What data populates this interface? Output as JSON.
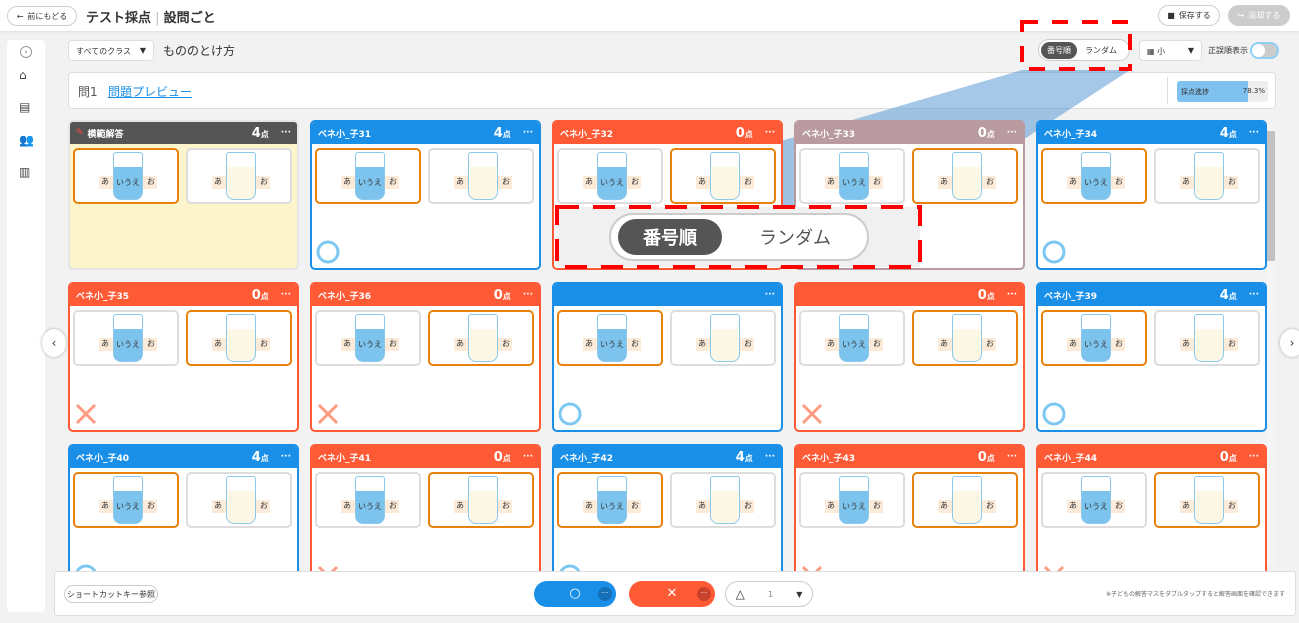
{
  "header": {
    "back": "前にもどる",
    "title": "テスト採点",
    "subtitle": "設問ごと",
    "save": "保存する",
    "return": "返却する"
  },
  "toolbar": {
    "class_filter": "すべてのクラス",
    "test_name": "もののとけ方",
    "order_number": "番号順",
    "order_random": "ランダム",
    "size": "小",
    "correct_order": "正誤順表示"
  },
  "question": {
    "label": "問1",
    "preview_link": "問題プレビュー",
    "progress_label": "採点進捗",
    "progress_value": "78.3%",
    "progress_fraction": 0.783
  },
  "answer_labels": {
    "left": "あ",
    "right": "お",
    "middle": "いうえ"
  },
  "cards": [
    {
      "name": "模範解答",
      "score": "4",
      "unit": "点",
      "status": "model",
      "chosen": 0
    },
    {
      "name": "ベネ小_子31",
      "score": "4",
      "unit": "点",
      "status": "correct",
      "chosen": 0
    },
    {
      "name": "ベネ小_子32",
      "score": "0",
      "unit": "点",
      "status": "wrong",
      "chosen": 1
    },
    {
      "name": "ベネ小_子33",
      "score": "0",
      "unit": "点",
      "status": "faded",
      "chosen": 1
    },
    {
      "name": "ベネ小_子34",
      "score": "4",
      "unit": "点",
      "status": "correct",
      "chosen": 0
    },
    {
      "name": "ベネ小_子35",
      "score": "0",
      "unit": "点",
      "status": "wrong",
      "chosen": 1
    },
    {
      "name": "ベネ小_子36",
      "score": "0",
      "unit": "点",
      "status": "wrong",
      "chosen": 1
    },
    {
      "name": "",
      "score": "",
      "unit": "",
      "status": "correct",
      "chosen": 0
    },
    {
      "name": "",
      "score": "0",
      "unit": "点",
      "status": "wrong",
      "chosen": 1
    },
    {
      "name": "ベネ小_子39",
      "score": "4",
      "unit": "点",
      "status": "correct",
      "chosen": 0
    },
    {
      "name": "ベネ小_子40",
      "score": "4",
      "unit": "点",
      "status": "correct",
      "chosen": 0
    },
    {
      "name": "ベネ小_子41",
      "score": "0",
      "unit": "点",
      "status": "wrong",
      "chosen": 1
    },
    {
      "name": "ベネ小_子42",
      "score": "4",
      "unit": "点",
      "status": "correct",
      "chosen": 0
    },
    {
      "name": "ベネ小_子43",
      "score": "0",
      "unit": "点",
      "status": "wrong",
      "chosen": 1
    },
    {
      "name": "ベネ小_子44",
      "score": "0",
      "unit": "点",
      "status": "wrong",
      "chosen": 1
    }
  ],
  "footer": {
    "shortcut": "ショートカットキー参照",
    "correct": "○",
    "wrong": "✕",
    "partial": "△",
    "partial_value": "1",
    "hint": "※子どもの解答マスをダブルタップすると解答画面を確認できます"
  },
  "colors": {
    "blue": "#1a8fe8",
    "red": "#ff5a36",
    "dark": "#555555",
    "faded": "#b99aa0"
  }
}
